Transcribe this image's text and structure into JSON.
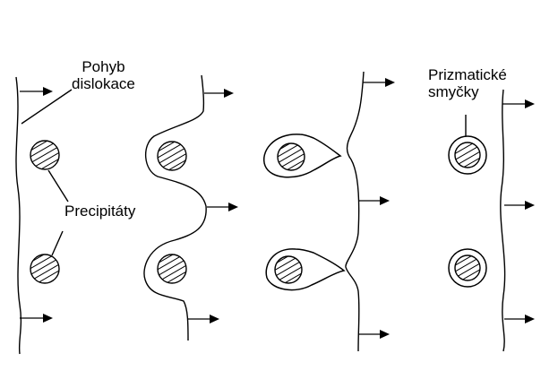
{
  "labels": {
    "dislocation_motion": [
      "Pohyb",
      "dislokace"
    ],
    "precipitates": "Precipitáty",
    "prismatic_loops": [
      "Prizmatické",
      "smyčky"
    ]
  }
}
